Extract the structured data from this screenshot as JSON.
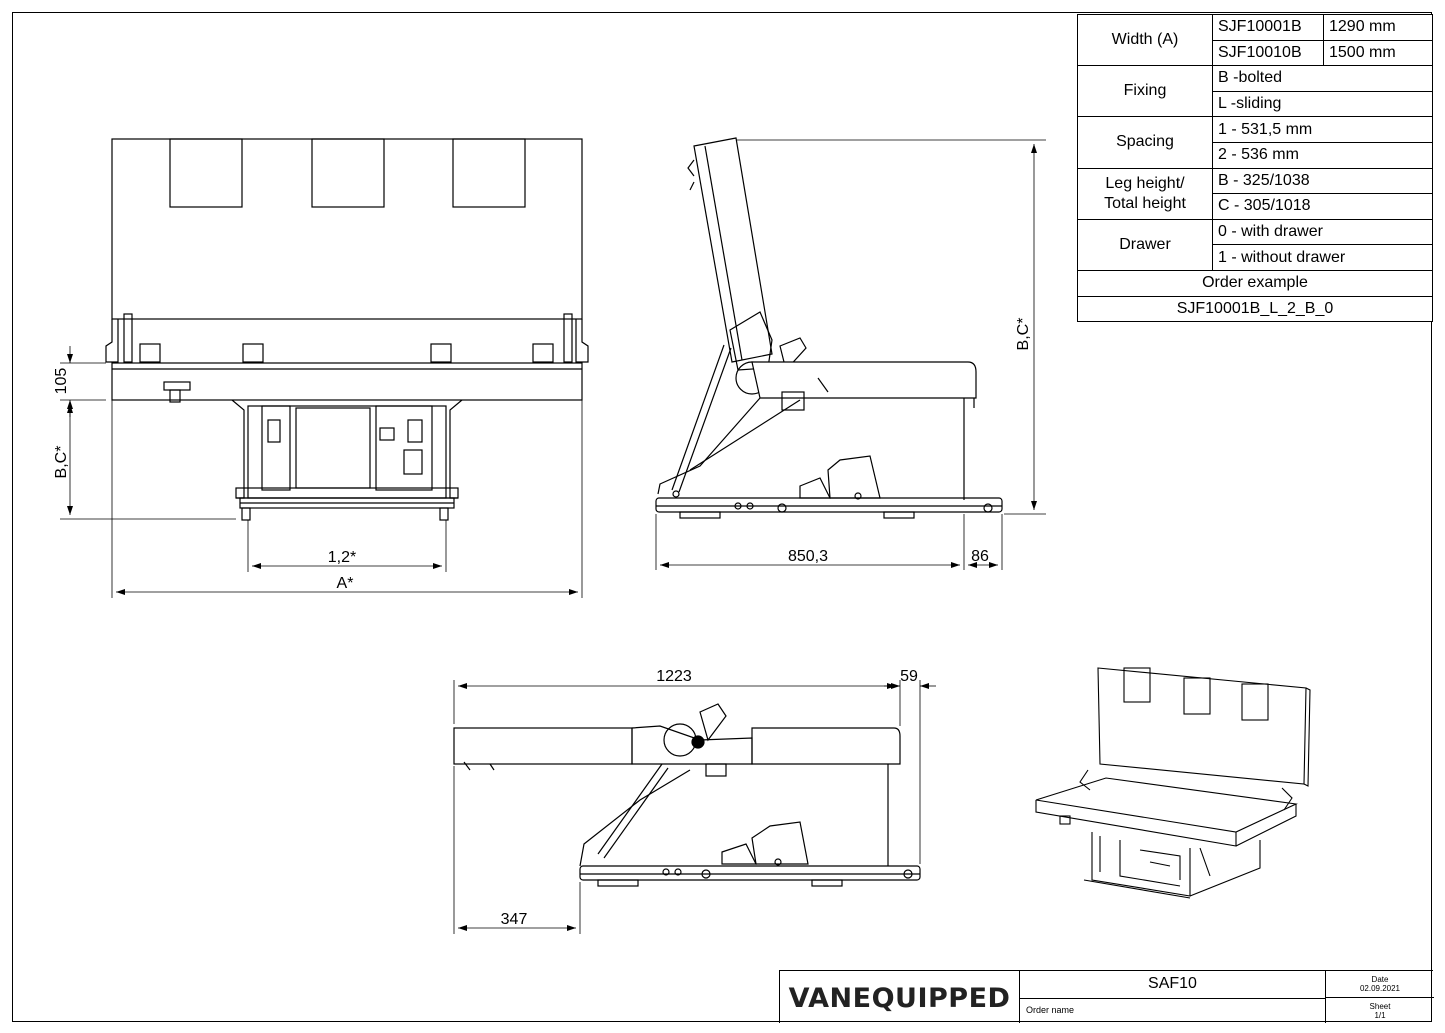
{
  "spec_table": {
    "width": {
      "label": "Width (A)",
      "rows": [
        {
          "code": "SJF10001B",
          "value": "1290 mm"
        },
        {
          "code": "SJF10010B",
          "value": "1500 mm"
        }
      ]
    },
    "fixing": {
      "label": "Fixing",
      "options": [
        "B -bolted",
        "L -sliding"
      ]
    },
    "spacing": {
      "label": "Spacing",
      "options": [
        "1 - 531,5 mm",
        "2 - 536 mm"
      ]
    },
    "leg_height": {
      "label_line1": "Leg height/",
      "label_line2": "Total height",
      "options": [
        "B - 325/1038",
        "C - 305/1018"
      ]
    },
    "drawer": {
      "label": "Drawer",
      "options": [
        "0 - with drawer",
        "1 - without drawer"
      ]
    },
    "order_example_label": "Order example",
    "order_example_value": "SJF10001B_L_2_B_0"
  },
  "dimensions": {
    "front_105": "105",
    "front_bc": "B,C*",
    "front_12": "1,2*",
    "front_a": "A*",
    "side_bc": "B,C*",
    "side_850": "850,3",
    "side_86": "86",
    "bed_1223": "1223",
    "bed_59": "59",
    "bed_347": "347"
  },
  "title_block": {
    "logo": "VANEQUIPPED",
    "order_name_value": "SAF10",
    "order_name_label": "Order name",
    "date_label": "Date",
    "date_value": "02.09.2021",
    "sheet_label": "Sheet",
    "sheet_value": "1/1"
  }
}
